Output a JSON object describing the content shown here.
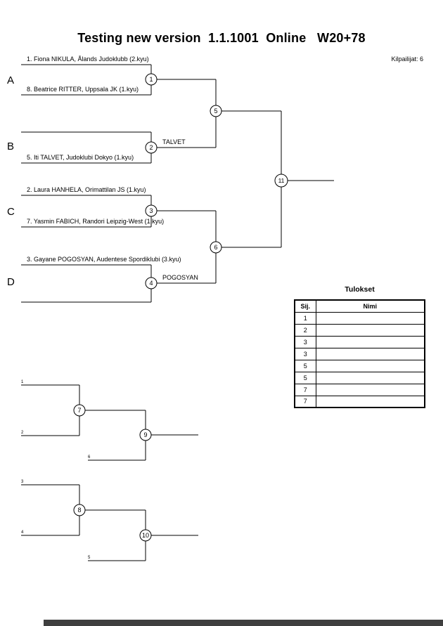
{
  "page": {
    "title": "Testing new version  1.1.1001  Online   W20+78",
    "competitors_label": "Kilpailijat: 6"
  },
  "bracket": {
    "sections": [
      "A",
      "B",
      "C",
      "D"
    ],
    "players": [
      "1. Fiona NIKULA, Ålands Judoklubb (2.kyu)",
      "8. Beatrice RITTER, Uppsala JK (1.kyu)",
      "5. Iti TALVET, Judoklubi Dokyo (1.kyu)",
      "2. Laura HANHELA, Orimattilan JS (1.kyu)",
      "7. Yasmin FABICH, Randori Leipzig-West (1.kyu)",
      "3. Gayane POGOSYAN, Audentese Spordiklubi (3.kyu)"
    ],
    "match_numbers": [
      "1",
      "2",
      "3",
      "4",
      "5",
      "6",
      "11"
    ],
    "winner_labels": [
      "TALVET",
      "POGOSYAN"
    ]
  },
  "repechage": {
    "match_numbers": [
      "7",
      "9",
      "8",
      "10"
    ],
    "slot_numbers": [
      "1",
      "2",
      "6",
      "3",
      "4",
      "5"
    ]
  },
  "results": {
    "title": "Tulokset",
    "columns": [
      "Sij.",
      "Nimi"
    ],
    "rows": [
      "1",
      "2",
      "3",
      "3",
      "5",
      "5",
      "7",
      "7"
    ]
  }
}
